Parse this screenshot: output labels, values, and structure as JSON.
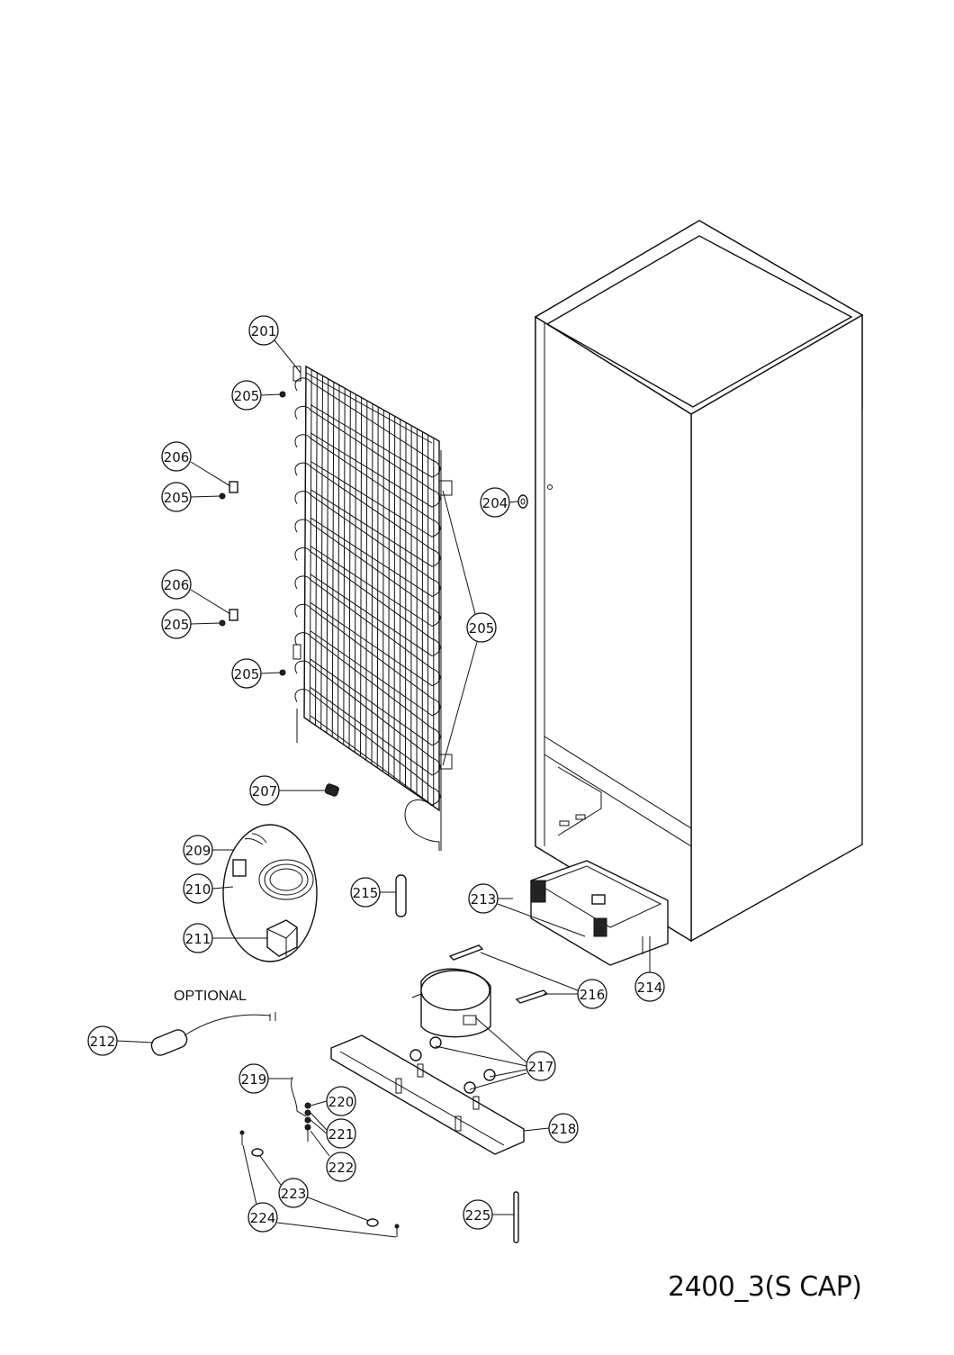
{
  "diagram": {
    "code": "2400_3(S CAP)",
    "optional_label": "OPTIONAL"
  },
  "callouts": [
    {
      "id": "c201",
      "label": "201"
    },
    {
      "id": "c205a",
      "label": "205"
    },
    {
      "id": "c206a",
      "label": "206"
    },
    {
      "id": "c205b",
      "label": "205"
    },
    {
      "id": "c206b",
      "label": "206"
    },
    {
      "id": "c205c",
      "label": "205"
    },
    {
      "id": "c205d",
      "label": "205"
    },
    {
      "id": "c204",
      "label": "204"
    },
    {
      "id": "c205e",
      "label": "205"
    },
    {
      "id": "c207",
      "label": "207"
    },
    {
      "id": "c209",
      "label": "209"
    },
    {
      "id": "c210",
      "label": "210"
    },
    {
      "id": "c211",
      "label": "211"
    },
    {
      "id": "c215",
      "label": "215"
    },
    {
      "id": "c213",
      "label": "213"
    },
    {
      "id": "c214",
      "label": "214"
    },
    {
      "id": "c216",
      "label": "216"
    },
    {
      "id": "c212",
      "label": "212"
    },
    {
      "id": "c217",
      "label": "217"
    },
    {
      "id": "c219",
      "label": "219"
    },
    {
      "id": "c220",
      "label": "220"
    },
    {
      "id": "c221",
      "label": "221"
    },
    {
      "id": "c218",
      "label": "218"
    },
    {
      "id": "c222",
      "label": "222"
    },
    {
      "id": "c223",
      "label": "223"
    },
    {
      "id": "c224",
      "label": "224"
    },
    {
      "id": "c225",
      "label": "225"
    }
  ]
}
